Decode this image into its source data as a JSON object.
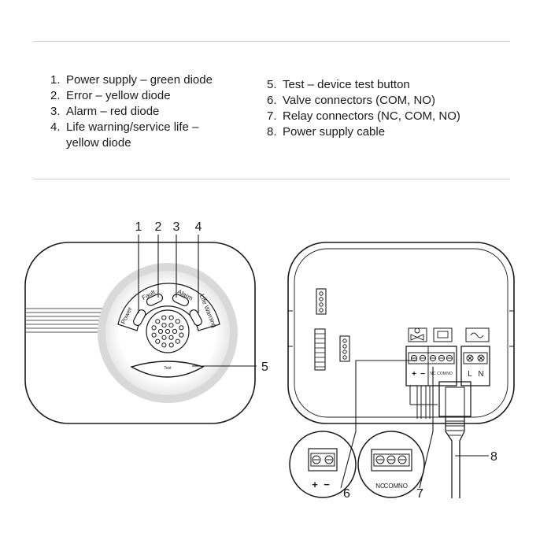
{
  "legend_left": [
    {
      "num": "1.",
      "text": "Power supply – green diode"
    },
    {
      "num": "2.",
      "text": "Error – yellow diode"
    },
    {
      "num": "3.",
      "text": "Alarm – red diode"
    },
    {
      "num": "4.",
      "text": "Life warning/service life –\nyellow diode"
    }
  ],
  "legend_right": [
    {
      "num": "5.",
      "text": "Test – device test button"
    },
    {
      "num": "6.",
      "text": "Valve connectors (COM, NO)"
    },
    {
      "num": "7.",
      "text": "Relay connectors (NC, COM, NO)"
    },
    {
      "num": "8.",
      "text": "Power supply cable"
    }
  ],
  "front": {
    "led_power": "Power",
    "led_fault": "Fault",
    "led_alarm": "Alarm",
    "led_life": "Life Warning",
    "test_label": "Test"
  },
  "callouts": {
    "c1": "1",
    "c2": "2",
    "c3": "3",
    "c4": "4",
    "c5": "5",
    "c6": "6",
    "c7": "7",
    "c8": "8"
  },
  "back": {
    "plus": "+",
    "minus": "−",
    "nc": "NC",
    "com": "COM",
    "no": "NO",
    "L": "L",
    "N": "N"
  }
}
